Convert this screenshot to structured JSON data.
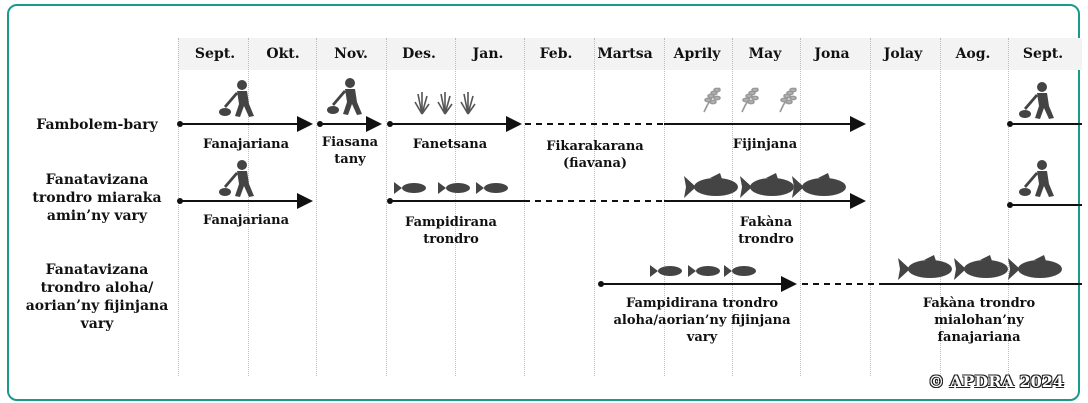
{
  "months": [
    "Sept.",
    "Okt.",
    "Nov.",
    "Des.",
    "Jan.",
    "Feb.",
    "Martsa",
    "Aprily",
    "May",
    "Jona",
    "Jolay",
    "Aog.",
    "Sept."
  ],
  "rows": [
    {
      "label": "Fambolem-bary"
    },
    {
      "label": "Fanatavizana trondro miaraka amin’ny vary"
    },
    {
      "label": "Fanatavizana trondro aloha/ aorian’ny fijinjana vary"
    }
  ],
  "row1": {
    "fanajariana": "Fanajariana",
    "fiasana_tany": "Fiasana tany",
    "fanetsana": "Fanetsana",
    "fikarakarana": "Fikarakarana (fiavana)",
    "fijinjana": "Fijinjana"
  },
  "row2": {
    "fanajariana": "Fanajariana",
    "fampidirana": "Fampidirana trondro",
    "fakana": "Fakàna trondro"
  },
  "row3": {
    "fampidirana": "Fampidirana trondro aloha/aorian’ny fijinjana vary",
    "fakana": "Fakàna trondro mialohan’ny fanajariana"
  },
  "icons": {
    "digger": "farmer-digging-icon",
    "seedling": "rice-seedling-icon",
    "rice": "rice-panicle-icon",
    "fish_small": "small-fish-icon",
    "fish_large": "large-fish-icon"
  },
  "colors": {
    "frame": "#1a9a8a",
    "line": "#111111",
    "icon": "#444444"
  },
  "copyright": "© APDRA 2024"
}
